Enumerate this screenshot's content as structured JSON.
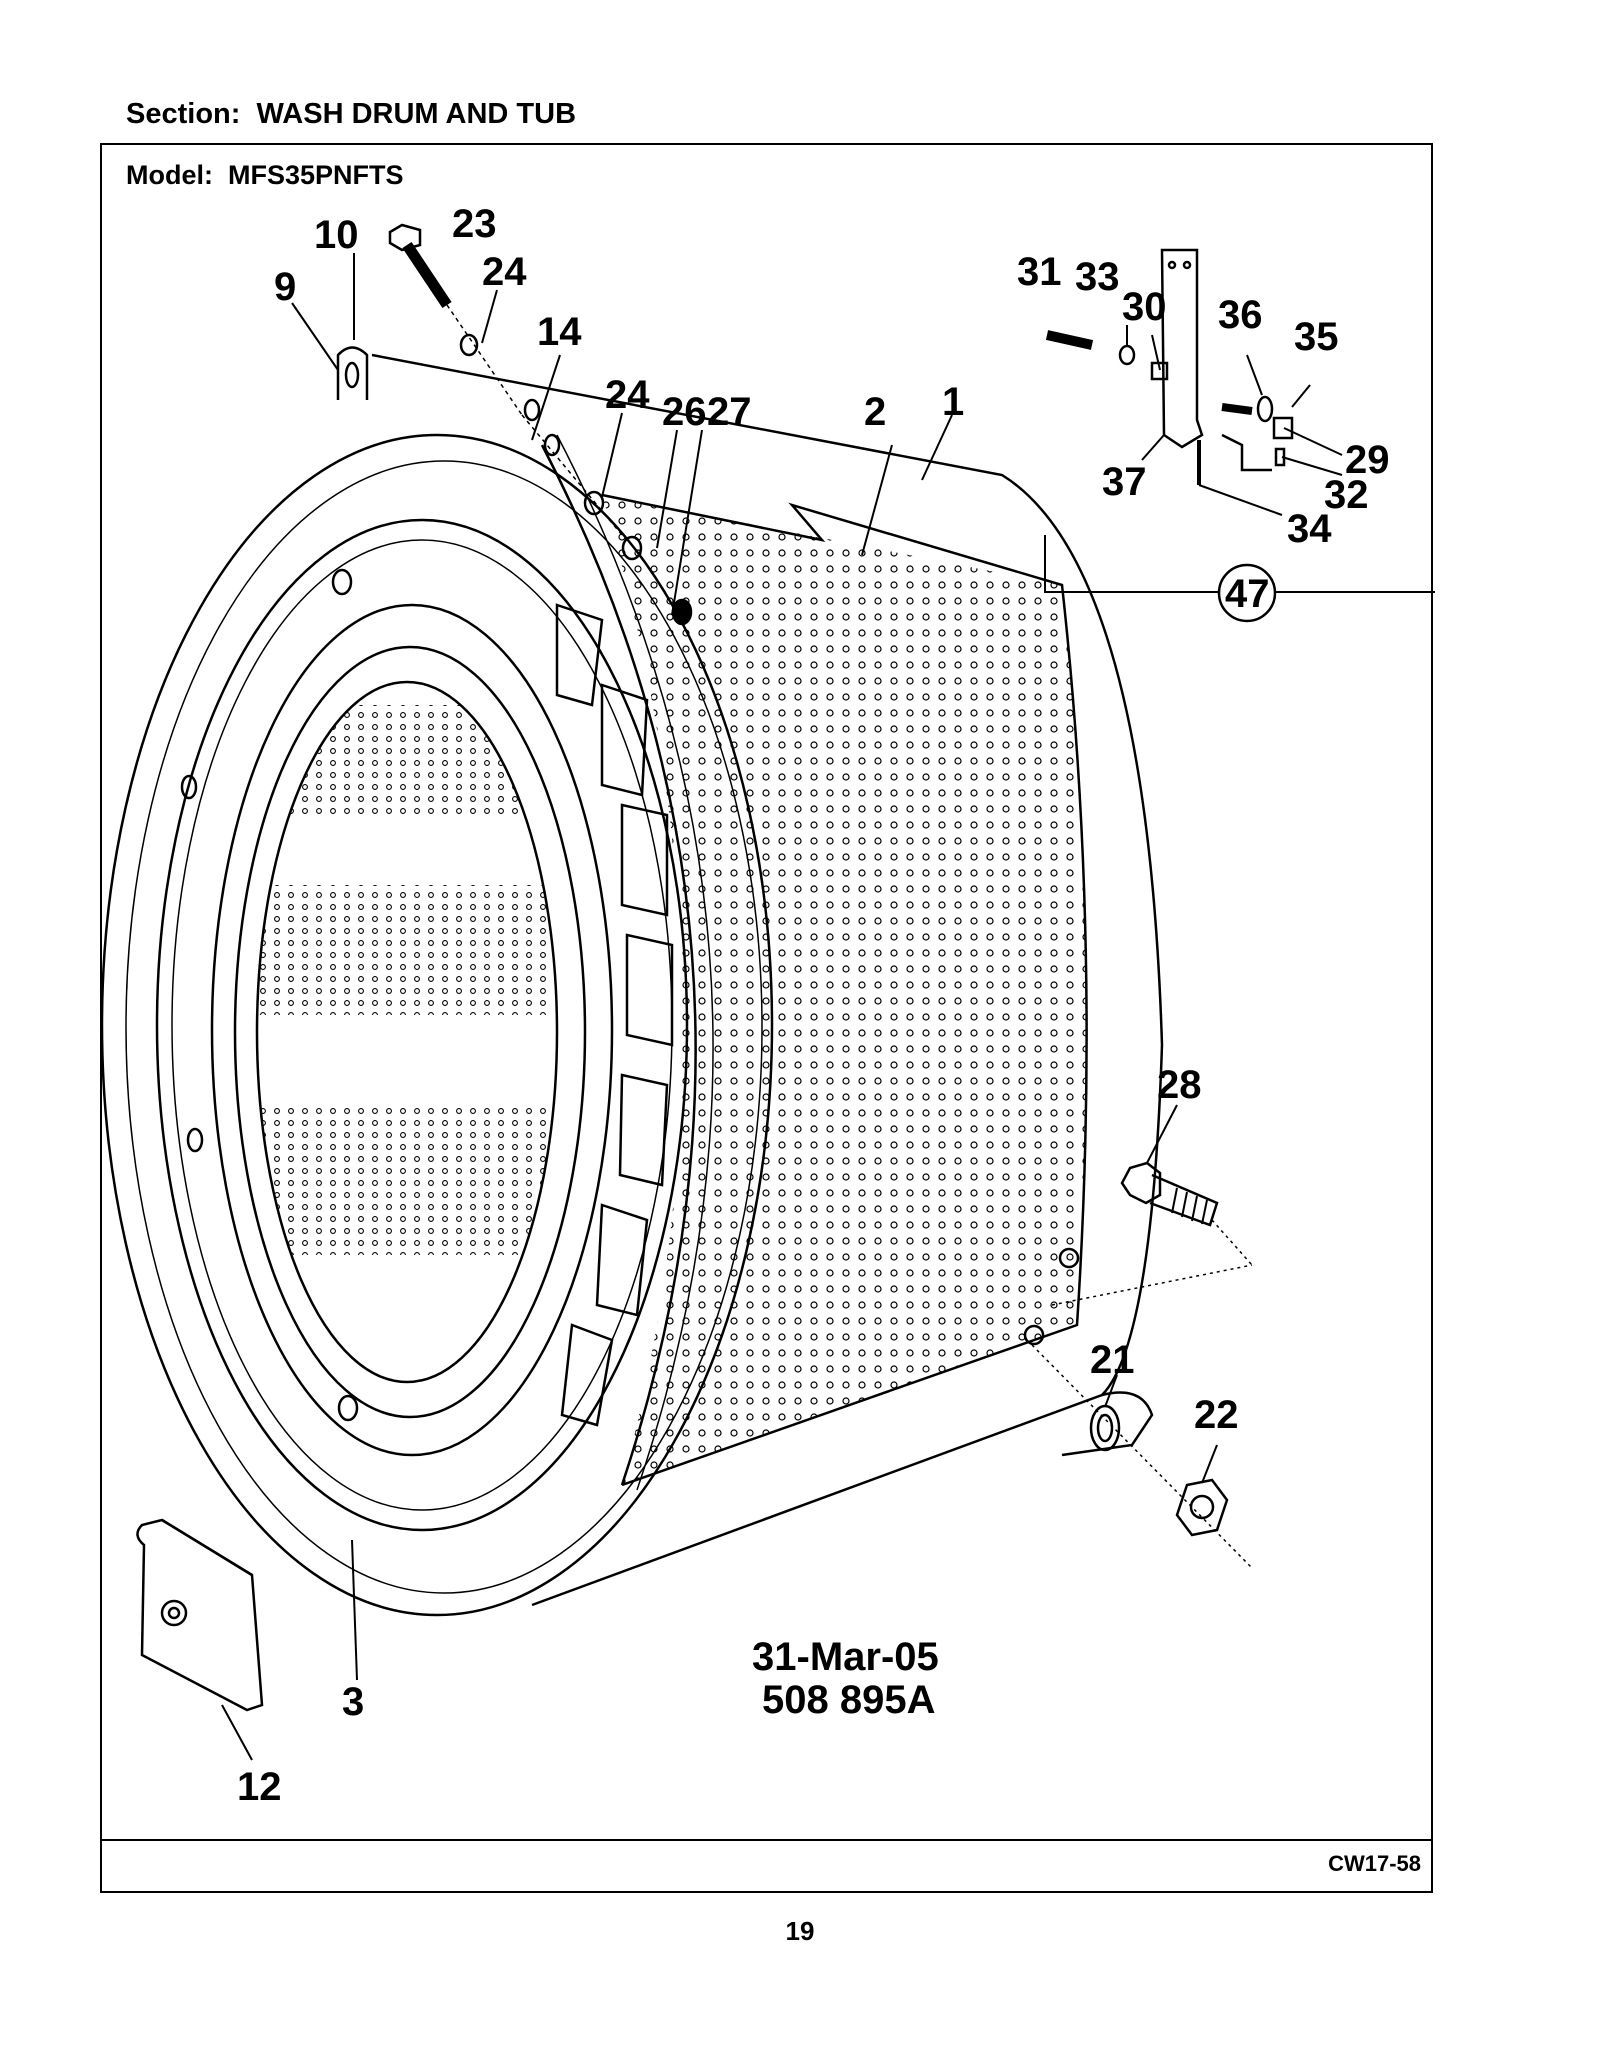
{
  "header": {
    "section_title": "Section:  WASH DRUM AND TUB"
  },
  "frame": {
    "model_title": "Model:  MFS35PNFTS",
    "drawing_code": "CW17-58"
  },
  "stamp": {
    "date": "31-Mar-05",
    "part_number": "508 895A"
  },
  "callouts": [
    "1",
    "2",
    "3",
    "9",
    "10",
    "12",
    "14",
    "21",
    "22",
    "23",
    "24",
    "24",
    "26",
    "27",
    "28",
    "29",
    "30",
    "31",
    "32",
    "33",
    "34",
    "35",
    "36",
    "37",
    "47"
  ],
  "footer": {
    "page_number": "19"
  }
}
